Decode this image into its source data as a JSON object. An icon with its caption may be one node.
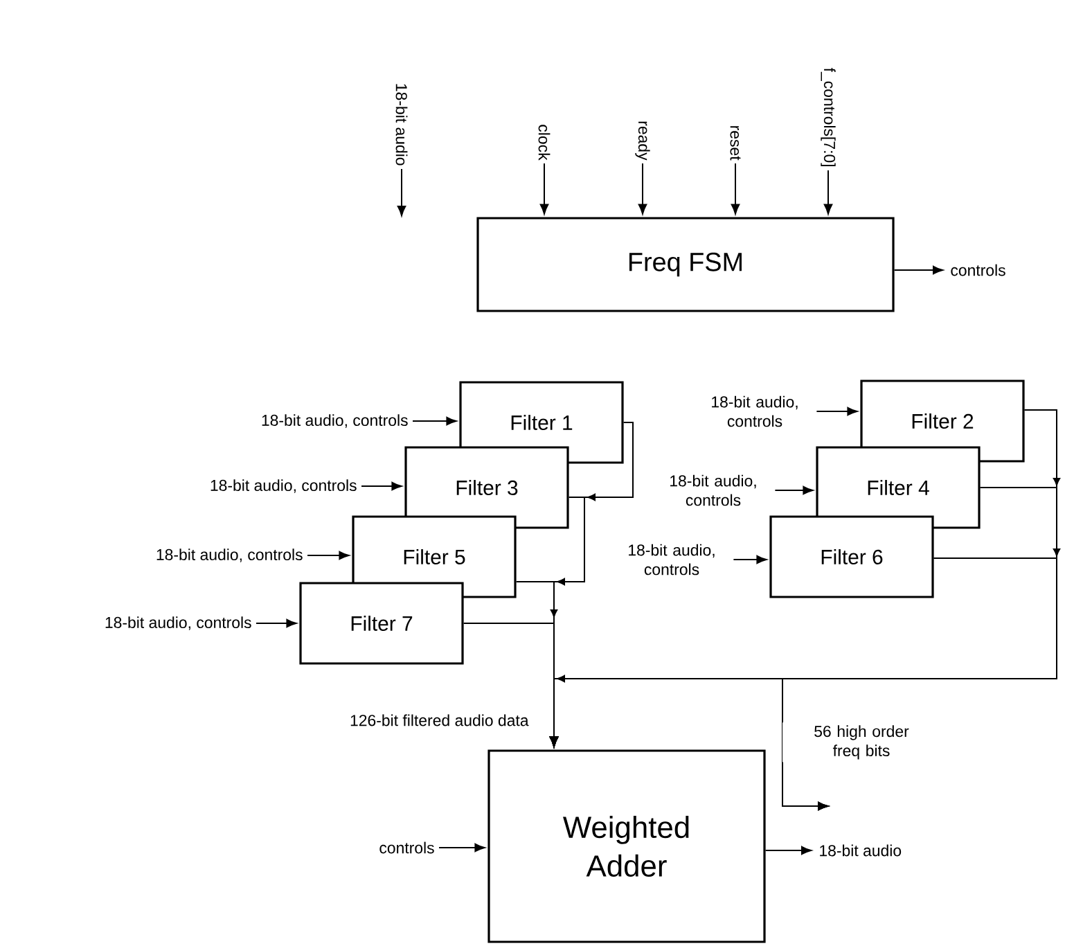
{
  "diagram": {
    "nodes": [
      {
        "text": [
          "Freq FSM"
        ]
      },
      {
        "text": [
          "18-bit audio"
        ]
      },
      {
        "text": [
          "clock"
        ]
      },
      {
        "text": [
          "ready"
        ]
      },
      {
        "text": [
          "reset"
        ]
      },
      {
        "text": [
          "f_controls[7:0]"
        ]
      },
      {
        "text": [
          "controls"
        ]
      },
      {
        "text": [
          "Filter 1"
        ]
      },
      {
        "text": [
          "Filter 3"
        ]
      },
      {
        "text": [
          "Filter 5"
        ]
      },
      {
        "text": [
          "Filter 7"
        ]
      },
      {
        "text": [
          "Filter 2"
        ]
      },
      {
        "text": [
          "Filter 4"
        ]
      },
      {
        "text": [
          "Filter 6"
        ]
      },
      {
        "text": [
          "18-bit audio, controls"
        ]
      },
      {
        "text": [
          "18-bit audio, controls"
        ]
      },
      {
        "text": [
          "18-bit audio, controls"
        ]
      },
      {
        "text": [
          "18-bit audio, controls"
        ]
      },
      {
        "text": [
          "18-bit audio, controls"
        ]
      },
      {
        "text": [
          "18-bit audio, controls"
        ]
      },
      {
        "text": [
          "18-bit audio, controls"
        ]
      },
      {
        "text": [
          "Weighted Adder"
        ]
      },
      {
        "text": [
          "controls"
        ]
      },
      {
        "text": [
          "18-bit audio"
        ]
      }
    ],
    "edges": [
      {
        "from": 1,
        "to": null,
        "arrow": "to"
      },
      {
        "from": 2,
        "to": 0,
        "arrow": "to"
      },
      {
        "from": 3,
        "to": 0,
        "arrow": "to"
      },
      {
        "from": 4,
        "to": 0,
        "arrow": "to"
      },
      {
        "from": 5,
        "to": 0,
        "arrow": "to"
      },
      {
        "from": 0,
        "to": 6,
        "arrow": "to"
      },
      {
        "from": 14,
        "to": 7,
        "arrow": "to"
      },
      {
        "from": 15,
        "to": 8,
        "arrow": "to"
      },
      {
        "from": 16,
        "to": 9,
        "arrow": "to"
      },
      {
        "from": 17,
        "to": 10,
        "arrow": "to"
      },
      {
        "from": 18,
        "to": 11,
        "arrow": "to"
      },
      {
        "from": 19,
        "to": 12,
        "arrow": "to"
      },
      {
        "from": 20,
        "to": 13,
        "arrow": "to"
      },
      {
        "from": 7,
        "to": 21,
        "arrow": "to"
      },
      {
        "from": 8,
        "to": 21,
        "arrow": "to"
      },
      {
        "from": 9,
        "to": 21,
        "arrow": "to"
      },
      {
        "from": 10,
        "to": 21,
        "arrow": "to",
        "label": "126-bit filtered audio data"
      },
      {
        "from": 11,
        "to": 21,
        "arrow": "to"
      },
      {
        "from": 12,
        "to": 21,
        "arrow": "to"
      },
      {
        "from": 13,
        "to": 21,
        "arrow": "to"
      },
      {
        "from": 11,
        "to": null,
        "arrow": "to",
        "label": "56 high order freq bits"
      },
      {
        "from": 12,
        "to": null,
        "arrow": "to"
      },
      {
        "from": 13,
        "to": null,
        "arrow": "to"
      },
      {
        "from": 22,
        "to": 21,
        "arrow": "to"
      },
      {
        "from": 21,
        "to": 23,
        "arrow": "to"
      }
    ]
  }
}
